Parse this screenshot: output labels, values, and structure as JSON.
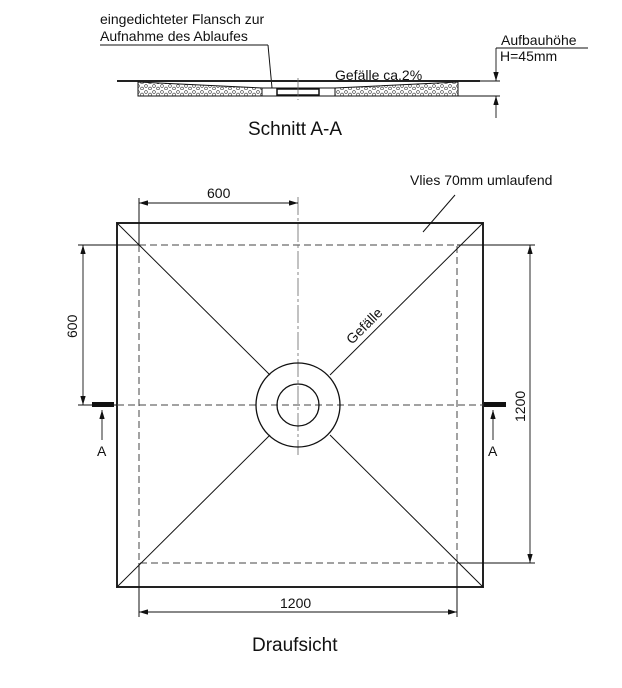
{
  "section": {
    "flange_label_1": "eingedichteter Flansch zur",
    "flange_label_2": "Aufnahme des Ablaufes",
    "height_label": "Aufbauhöhe",
    "height_value": "H=45mm",
    "slope_label": "Gefälle ca.2%",
    "title": "Schnitt A-A"
  },
  "plan": {
    "fleece_label": "Vlies 70mm umlaufend",
    "dim_top": "600",
    "dim_left": "600",
    "dim_right": "1200",
    "dim_bottom": "1200",
    "slope_label": "Gefälle",
    "section_mark_left": "A",
    "section_mark_right": "A",
    "title": "Draufsicht"
  }
}
